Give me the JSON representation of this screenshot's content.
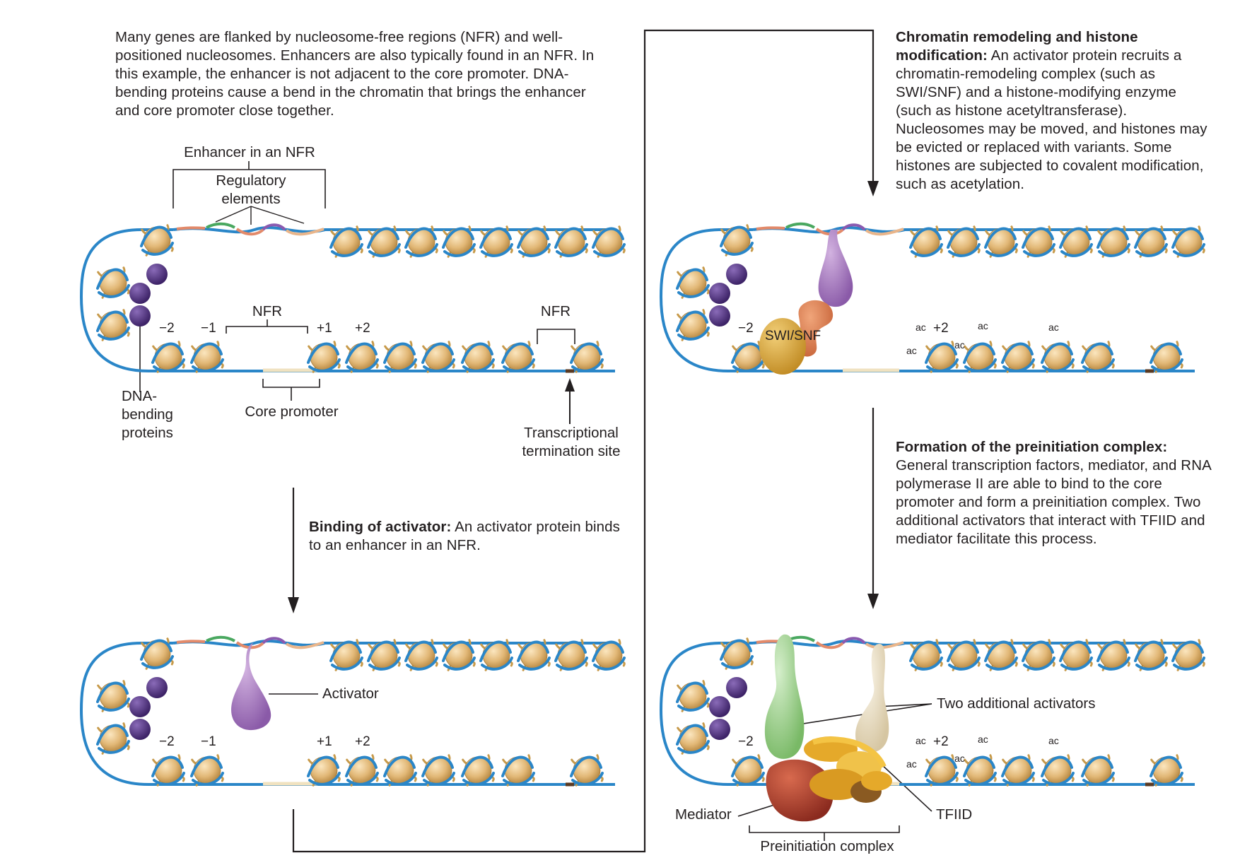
{
  "panel1": {
    "text": "Many genes are flanked by nucleosome-free regions (NFR) and well-positioned nucleosomes. Enhancers are also typically found in an NFR. In this example, the enhancer is not adjacent to the core promoter. DNA-bending proteins cause a bend in the chromatin that brings the enhancer and core promoter close together.",
    "enhancer_label": "Enhancer in an NFR",
    "regulatory_label": "Regulatory elements",
    "nfr_label": "NFR",
    "nfr_label_2": "NFR",
    "core_promoter_label": "Core promoter",
    "dna_bending_label": "DNA-bending proteins",
    "termination_label": "Transcriptional termination site",
    "pos_m2": "−2",
    "pos_m1": "−1",
    "pos_p1": "+1",
    "pos_p2": "+2"
  },
  "step1": {
    "title": "Binding of activator:",
    "text": "An activator protein binds to an enhancer in an NFR."
  },
  "panel2": {
    "activator_label": "Activator",
    "pos_m2": "−2",
    "pos_m1": "−1",
    "pos_p1": "+1",
    "pos_p2": "+2"
  },
  "step2": {
    "title": "Chromatin remodeling and histone modification:",
    "text": "An activator protein recruits a chromatin-remodeling complex (such as SWI/SNF) and a histone-modifying enzyme (such as histone acetyltransferase). Nucleosomes may be moved, and histones may be evicted or replaced with variants. Some histones are subjected to covalent modification, such as acetylation."
  },
  "panel3": {
    "swisnf_label": "SWI/SNF",
    "pos_m2": "−2",
    "pos_p2": "+2",
    "ac": "ac"
  },
  "step3": {
    "title": "Formation of the preinitiation complex:",
    "text": "General transcription factors, mediator, and RNA polymerase II are able to bind to the core promoter and form a preinitiation complex. Two additional activators that interact with TFIID and mediator facilitate this process."
  },
  "panel4": {
    "two_activators_label": "Two additional activators",
    "tfiid_label": "TFIID",
    "mediator_label": "Mediator",
    "preinitiation_label": "Preinitiation complex",
    "pos_m2": "−2",
    "pos_p2": "+2",
    "ac": "ac"
  },
  "colors": {
    "dna": "#2a86c8",
    "nucleosome": "#e2b877",
    "dna_bending_protein": "#4f2d7f",
    "activator": "#a87cc0",
    "swisnf": "#d9a53a",
    "mediator": "#a8372a",
    "tfiid": "#e5a92a",
    "green_activator": "#9fd08e",
    "cream_activator": "#eee3c9"
  }
}
